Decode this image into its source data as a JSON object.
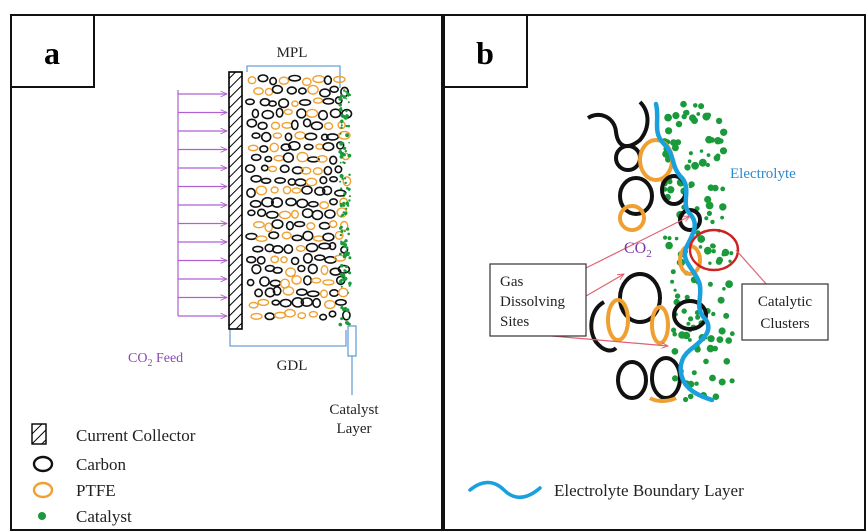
{
  "panel_a": {
    "tag": "a",
    "mpl_label": "MPL",
    "gdl_label": "GDL",
    "feed_label_prefix": "CO",
    "feed_label_sub": "2",
    "feed_label_suffix": " Feed",
    "catalyst_layer_line1": "Catalyst",
    "catalyst_layer_line2": "Layer"
  },
  "panel_b": {
    "tag": "b",
    "electrolyte_label": "Electrolyte",
    "co2_prefix": "CO",
    "co2_sub": "2",
    "gas_box_lines": [
      "Gas",
      "Dissolving",
      "Sites"
    ],
    "catalytic_box_lines": [
      "Catalytic",
      "Clusters"
    ],
    "boundary_legend": "Electrolyte Boundary Layer"
  },
  "legend": {
    "current_collector": "Current Collector",
    "carbon": "Carbon",
    "ptfe": "PTFE",
    "catalyst": "Catalyst"
  },
  "colors": {
    "carbon": "#111111",
    "ptfe": "#f0a030",
    "catalyst": "#1a9a3a",
    "electrolyte_line": "#1aa0dc",
    "feed_arrows": "#b060d0",
    "bracket": "#6aa0d8",
    "callout": "#e06070",
    "cluster_circle": "#cc2222",
    "electrolyte_text": "#2a8ad0",
    "co2_text": "#7a3aa0"
  },
  "icons": {
    "current_collector": "hatched-rect-icon",
    "carbon": "black-ring-icon",
    "ptfe": "orange-ring-icon",
    "catalyst": "green-dot-icon",
    "boundary_layer": "blue-wave-icon"
  }
}
